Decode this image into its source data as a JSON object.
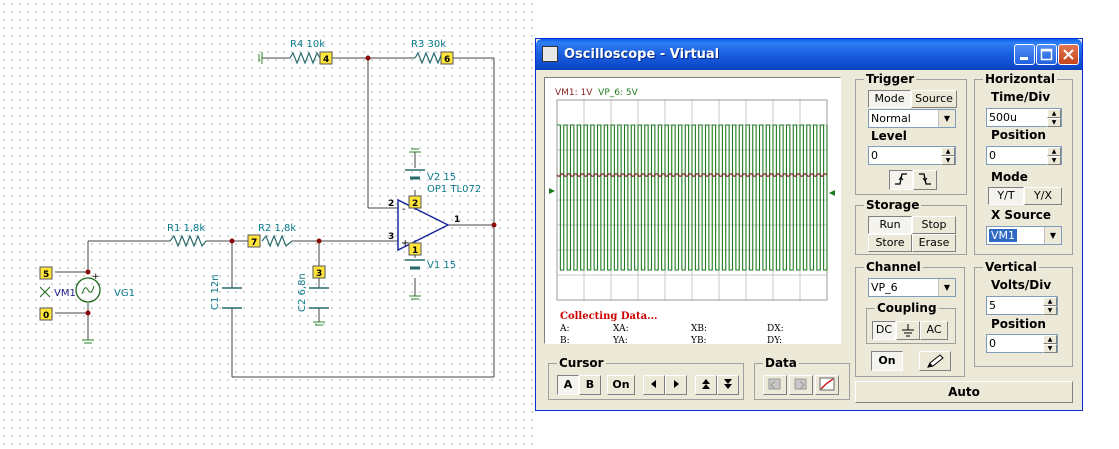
{
  "schematic": {
    "components": {
      "r4": "R4 10k",
      "r3": "R3 30k",
      "r1": "R1 1,8k",
      "r2": "R2 1,8k",
      "c1": "C1 12n",
      "c2": "C2 6,8n",
      "v2": "V2 15",
      "v1": "V1 15",
      "op1": "OP1 TL072",
      "vg1": "VG1",
      "vm1": "VM1"
    },
    "nodes": [
      "4",
      "6",
      "2",
      "1",
      "7",
      "3",
      "5",
      "0"
    ],
    "pin_labels": [
      "2",
      "3",
      "1"
    ]
  },
  "oscilloscope": {
    "title": "Oscilloscope - Virtual",
    "screen": {
      "channel_labels": [
        "VM1: 1V",
        "VP_6: 5V"
      ],
      "status": "Collecting Data...",
      "readouts": {
        "a": "A:",
        "b": "B:",
        "xa": "XA:",
        "ya": "YA:",
        "xb": "XB:",
        "yb": "YB:",
        "dx": "DX:",
        "dy": "DY:"
      }
    },
    "trigger": {
      "title": "Trigger",
      "mode_label": "Mode",
      "source_label": "Source",
      "mode_value": "Normal",
      "level_label": "Level",
      "level_value": "0"
    },
    "horizontal": {
      "title": "Horizontal",
      "time_div_label": "Time/Div",
      "time_div_value": "500u",
      "position_label": "Position",
      "position_value": "0",
      "mode_label": "Mode",
      "yt_label": "Y/T",
      "yx_label": "Y/X",
      "xsource_label": "X Source",
      "xsource_value": "VM1"
    },
    "storage": {
      "title": "Storage",
      "run": "Run",
      "stop": "Stop",
      "store": "Store",
      "erase": "Erase"
    },
    "channel": {
      "title": "Channel",
      "value": "VP_6",
      "coupling_title": "Coupling",
      "dc": "DC",
      "ac": "AC",
      "on": "On"
    },
    "vertical": {
      "title": "Vertical",
      "volts_div_label": "Volts/Div",
      "volts_div_value": "5",
      "position_label": "Position",
      "position_value": "0"
    },
    "cursor": {
      "title": "Cursor",
      "a": "A",
      "b": "B",
      "on": "On"
    },
    "data": {
      "title": "Data"
    },
    "auto_label": "Auto",
    "colors": {
      "trace_square": "#1f7a1f",
      "trace_sine": "#8a1f1f",
      "grid": "#c8c8c8"
    }
  }
}
